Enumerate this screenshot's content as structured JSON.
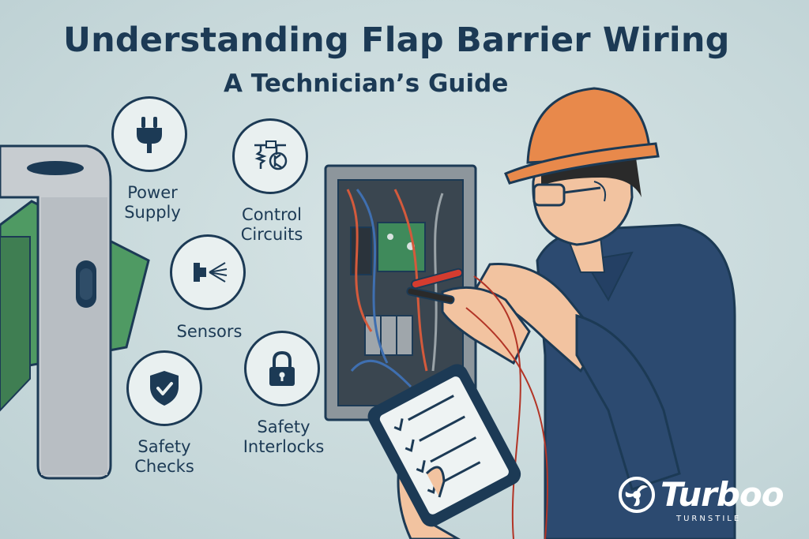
{
  "title": "Understanding Flap Barrier Wiring",
  "subtitle": "A Technician’s Guide",
  "topics": [
    {
      "label_line1": "Power",
      "label_line2": "Supply",
      "icon": "plug-icon"
    },
    {
      "label_line1": "Control",
      "label_line2": "Circuits",
      "icon": "circuit-icon"
    },
    {
      "label_line1": "Sensors",
      "label_line2": "",
      "icon": "sensor-icon"
    },
    {
      "label_line1": "Safety",
      "label_line2": "Checks",
      "icon": "shield-check-icon"
    },
    {
      "label_line1": "Safety",
      "label_line2": "Interlocks",
      "icon": "padlock-icon"
    }
  ],
  "brand": {
    "name": "Turboo",
    "tagline": "TURNSTILE"
  },
  "colors": {
    "navy": "#1c3a55",
    "background": "#c9dadc",
    "hardhat": "#e8894b",
    "shirt": "#2c4a70",
    "flap": "#4f9a63"
  }
}
